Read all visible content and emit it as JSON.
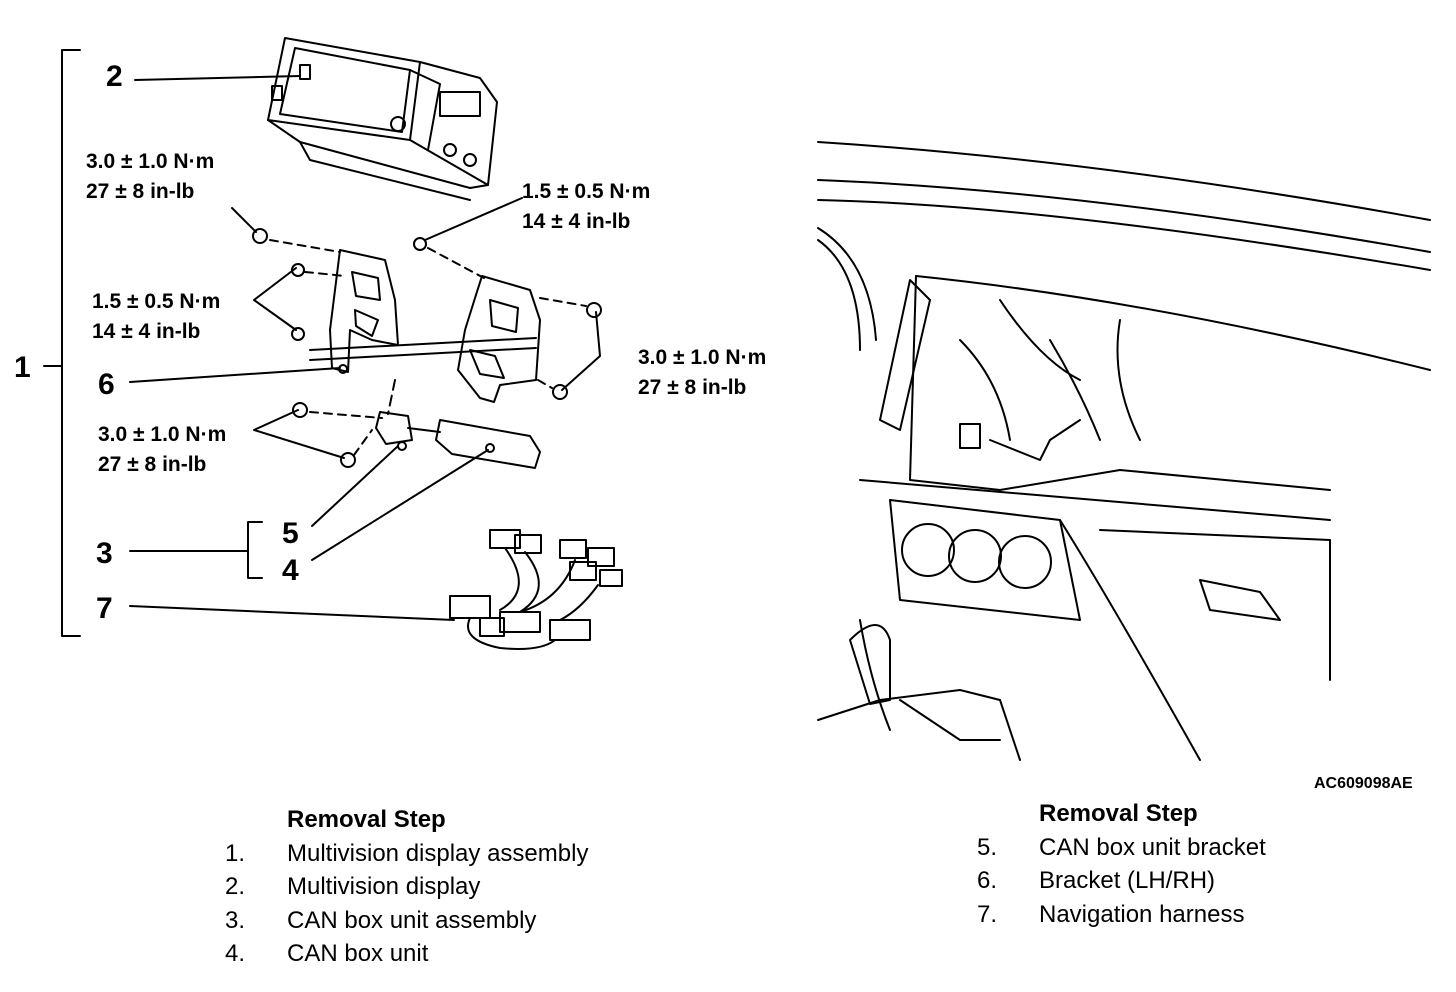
{
  "callouts": {
    "c1": "1",
    "c2": "2",
    "c3": "3",
    "c4": "4",
    "c5": "5",
    "c6": "6",
    "c7": "7"
  },
  "torques": {
    "top_left": [
      "3.0 ± 1.0 N·m",
      "27 ± 8 in-lb"
    ],
    "top_right": [
      "1.5 ± 0.5 N·m",
      "14 ± 4 in-lb"
    ],
    "mid_left": [
      "1.5 ± 0.5 N·m",
      "14 ± 4 in-lb"
    ],
    "right": [
      "3.0 ± 1.0 N·m",
      "27 ± 8 in-lb"
    ],
    "low_left": [
      "3.0 ± 1.0 N·m",
      "27 ± 8 in-lb"
    ]
  },
  "figure_id": "AC609098AE",
  "removal_left": {
    "heading": "Removal Step",
    "items": [
      {
        "num": "1.",
        "label": "Multivision display assembly"
      },
      {
        "num": "2.",
        "label": "Multivision display"
      },
      {
        "num": "3.",
        "label": "CAN box unit assembly"
      },
      {
        "num": "4.",
        "label": "CAN box unit"
      }
    ]
  },
  "removal_right": {
    "heading": "Removal Step",
    "items": [
      {
        "num": "5.",
        "label": "CAN box unit bracket"
      },
      {
        "num": "6.",
        "label": "Bracket (LH/RH)"
      },
      {
        "num": "7.",
        "label": "Navigation harness"
      }
    ]
  }
}
